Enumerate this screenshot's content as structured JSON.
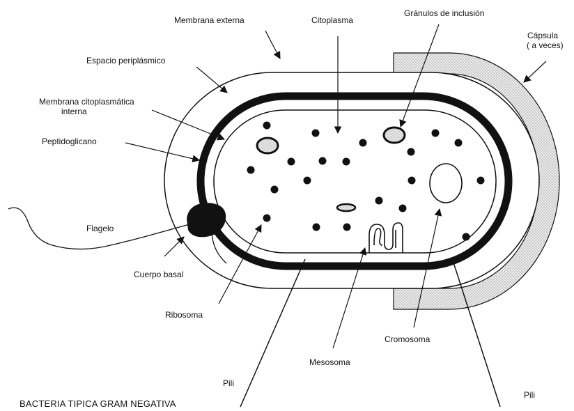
{
  "labels": {
    "membrana_externa": "Membrana externa",
    "citoplasma": "Citoplasma",
    "granulos": "Gránulos de inclusión",
    "capsula_1": "Cápsula",
    "capsula_2": "( a veces)",
    "espacio_periplasmico": "Espacio periplásmico",
    "membrana_citoplasmatica_1": "Membrana citoplasmática",
    "membrana_citoplasmatica_2": "interna",
    "peptidoglicano": "Peptidoglicano",
    "flagelo": "Flagelo",
    "cuerpo_basal": "Cuerpo basal",
    "ribosoma": "Ribosoma",
    "cromosoma": "Cromosoma",
    "mesosoma": "Mesosoma",
    "pili_left": "Pili",
    "pili_right": "Pili"
  },
  "caption": "BACTERIA TIPICA GRAM NEGATIVA",
  "colors": {
    "ink": "#111111",
    "capsule_fill": "#d8d8d8",
    "background": "#ffffff"
  }
}
